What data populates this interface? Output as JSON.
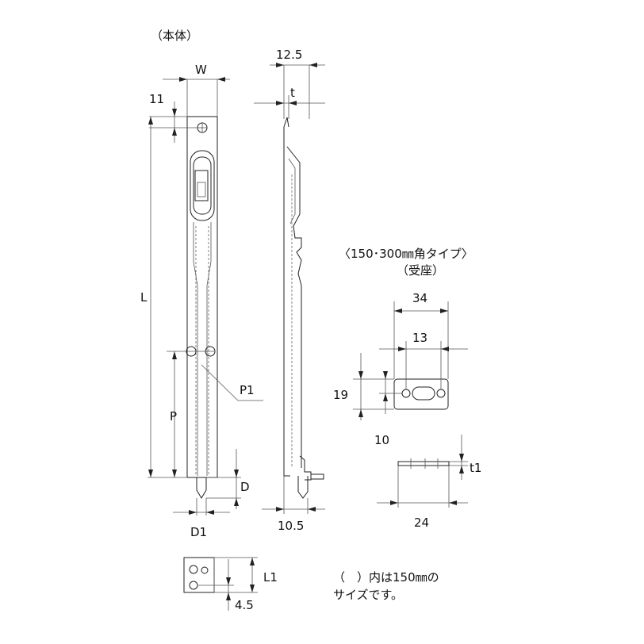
{
  "titles": {
    "main_body": "（本体）",
    "strike_type": "〈150･300㎜角タイプ〉",
    "strike_plate": "（受座）"
  },
  "dimensions": {
    "W": "W",
    "top_offset": "11",
    "L": "L",
    "P": "P",
    "P1": "P1",
    "D": "D",
    "D1": "D1",
    "side_width": "12.5",
    "t": "t",
    "side_bottom": "10.5",
    "strike_width": "34",
    "strike_hole_pitch": "13",
    "strike_height": "19",
    "strike_offset": "10",
    "strike_t1": "t1",
    "strike_bottom_width": "24",
    "small_L1": "L1",
    "small_offset": "4.5"
  },
  "note": {
    "line1": "（　）内は150㎜の",
    "line2": "サイズです。"
  }
}
